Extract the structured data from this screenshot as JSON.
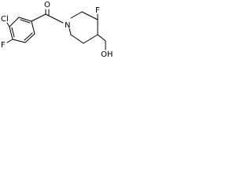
{
  "image": {
    "type": "chemical_structure",
    "background_color": "#ffffff",
    "ink_color": "#000000"
  },
  "atoms": {
    "carbonyl_oxygen": "O",
    "chlorine": "Cl",
    "aryl_fluorine": "F",
    "ring_nitrogen": "N",
    "piperidine_fluorine": "F",
    "hydroxyl": "OH"
  }
}
